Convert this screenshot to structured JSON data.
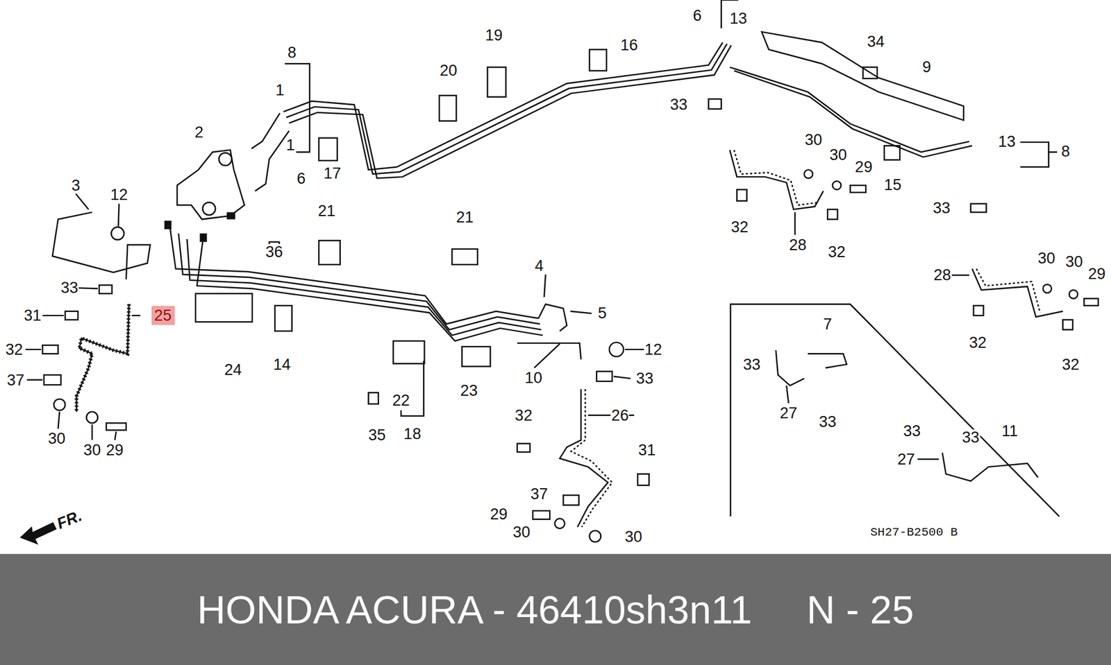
{
  "diagram": {
    "caption": "HONDA ACURA - 46410sh3n11     N - 25",
    "nodes": [
      {
        "text": [
          "25"
        ]
      }
    ],
    "labels": [
      "8",
      "1",
      "1",
      "6",
      "2",
      "3",
      "12",
      "33",
      "31",
      "32",
      "37",
      "30",
      "30",
      "29",
      "36",
      "17",
      "20",
      "19",
      "16",
      "6",
      "13",
      "34",
      "9",
      "33",
      "30",
      "30",
      "29",
      "15",
      "13",
      "8",
      "33",
      "32",
      "28",
      "32",
      "21",
      "21",
      "4",
      "5",
      "12",
      "33",
      "24",
      "14",
      "10",
      "23",
      "22",
      "18",
      "35",
      "26",
      "32",
      "31",
      "37",
      "29",
      "30",
      "30",
      "30",
      "30",
      "29",
      "28",
      "32",
      "32",
      "7",
      "33",
      "27",
      "33",
      "33",
      "33",
      "11",
      "27",
      "FR.",
      "SH27-B2500 B"
    ]
  }
}
